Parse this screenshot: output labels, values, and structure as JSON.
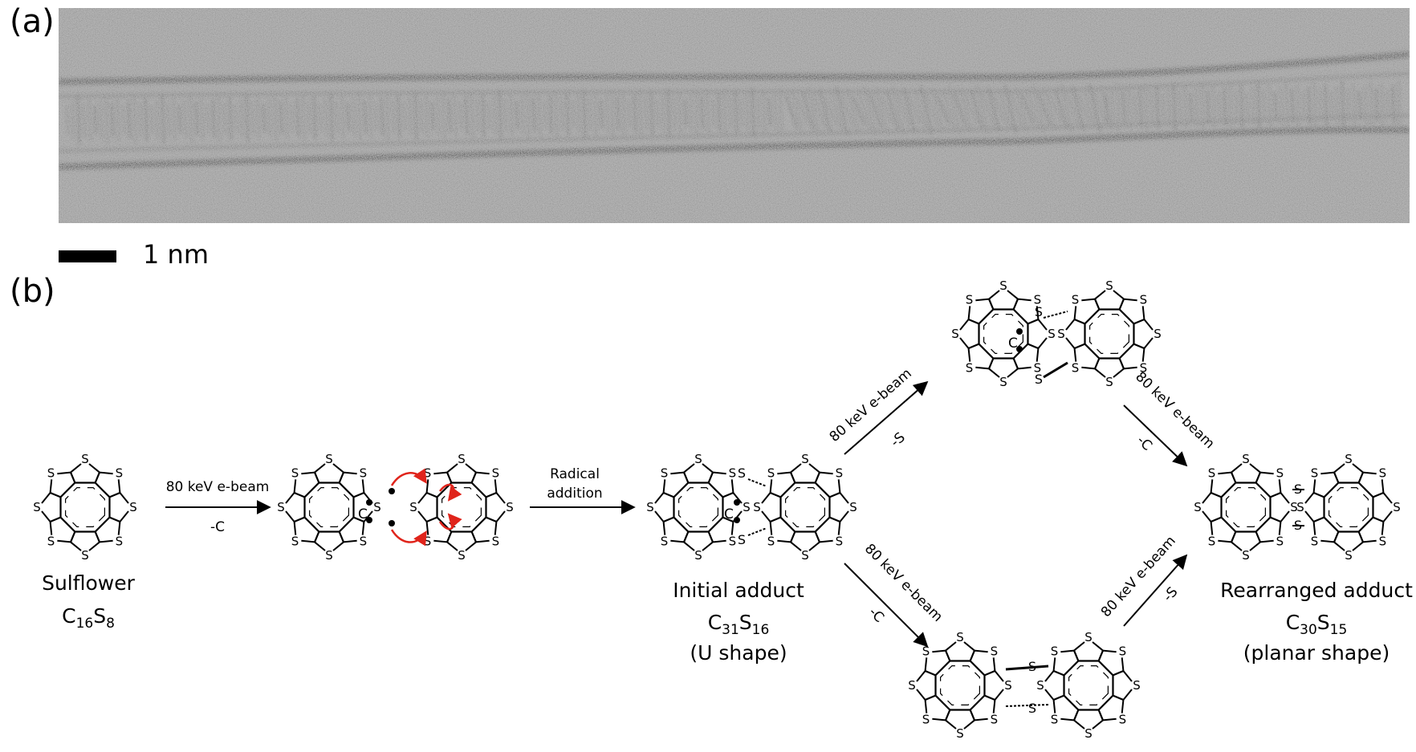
{
  "panels": {
    "a": "(a)",
    "b": "(b)"
  },
  "scale_bar": {
    "label": "1 nm"
  },
  "molecules": {
    "sulflower": {
      "name": "Sulflower",
      "formula": "C",
      "sub1": "16",
      "f2": "S",
      "sub2": "8"
    },
    "initial": {
      "name": "Initial adduct",
      "formula": "C",
      "sub1": "31",
      "f2": "S",
      "sub2": "16",
      "shape": "(U shape)"
    },
    "rearranged": {
      "name": "Rearranged adduct",
      "formula": "C",
      "sub1": "30",
      "f2": "S",
      "sub2": "15",
      "shape": "(planar shape)"
    }
  },
  "arrows": {
    "a1": {
      "top": "80 keV e-beam",
      "bottom": "-C"
    },
    "a2": {
      "top1": "Radical",
      "top2": "addition"
    },
    "up1": {
      "top": "80 keV e-beam",
      "bottom": "-S"
    },
    "down1": {
      "top": "80 keV e-beam",
      "bottom": "-C"
    },
    "down2": {
      "top": "80 keV e-beam",
      "bottom": "-C"
    },
    "up2": {
      "top": "80 keV e-beam",
      "bottom": "-S"
    }
  },
  "atoms": {
    "sulfur": "S",
    "carbon": "C"
  },
  "colors": {
    "curly_arrow": "#e0241b",
    "micrograph_bg": "#8f8f8f"
  }
}
